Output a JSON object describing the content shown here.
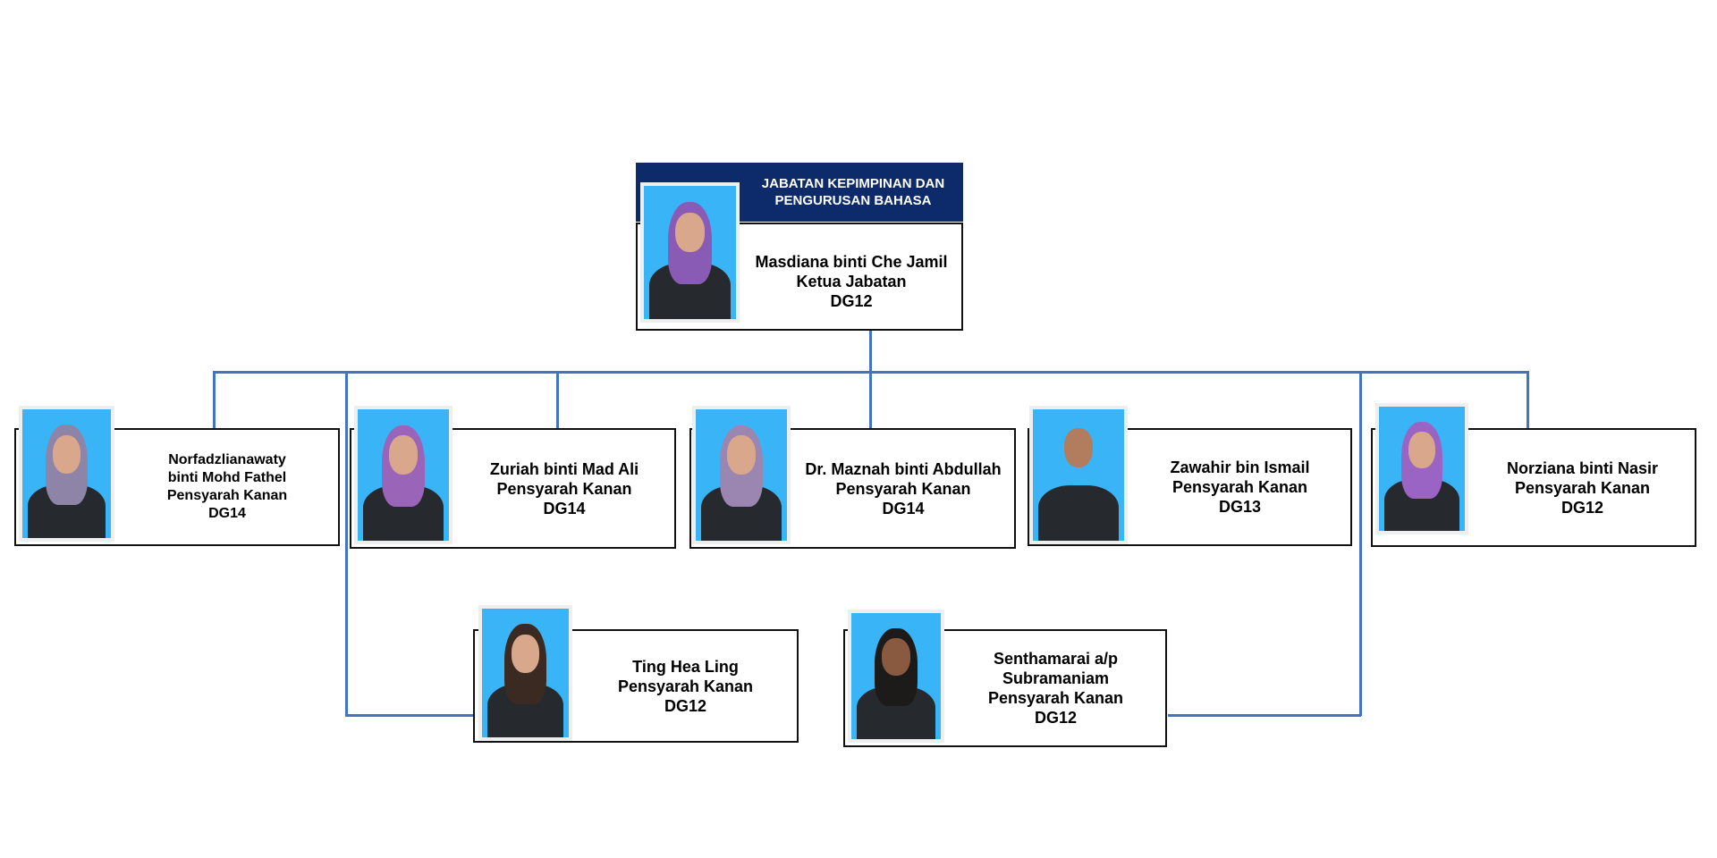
{
  "department": {
    "line1": "JABATAN KEPIMPINAN DAN",
    "line2": "PENGURUSAN BAHASA"
  },
  "head": {
    "name": "Masdiana binti Che Jamil",
    "role": "Ketua Jabatan",
    "grade": "DG12"
  },
  "members": [
    {
      "lines": [
        "Norfadzlianawaty",
        "binti Mohd Fathel",
        "Pensyarah Kanan",
        "DG14"
      ]
    },
    {
      "lines": [
        "Zuriah binti Mad Ali",
        "Pensyarah Kanan",
        "DG14"
      ]
    },
    {
      "lines": [
        "Dr. Maznah binti Abdullah",
        "Pensyarah Kanan",
        "DG14"
      ]
    },
    {
      "lines": [
        "Zawahir bin Ismail",
        "Pensyarah Kanan",
        "DG13"
      ]
    },
    {
      "lines": [
        "Norziana binti Nasir",
        "Pensyarah Kanan",
        "DG12"
      ]
    },
    {
      "lines": [
        "Ting Hea Ling",
        "Pensyarah Kanan",
        "DG12"
      ]
    },
    {
      "lines": [
        "Senthamarai a/p",
        "Subramaniam",
        "Pensyarah Kanan",
        "DG12"
      ]
    }
  ],
  "colors": {
    "connector": "#4472c4",
    "header": "#0d2a6b",
    "photo_bg": "#38b4f7"
  }
}
